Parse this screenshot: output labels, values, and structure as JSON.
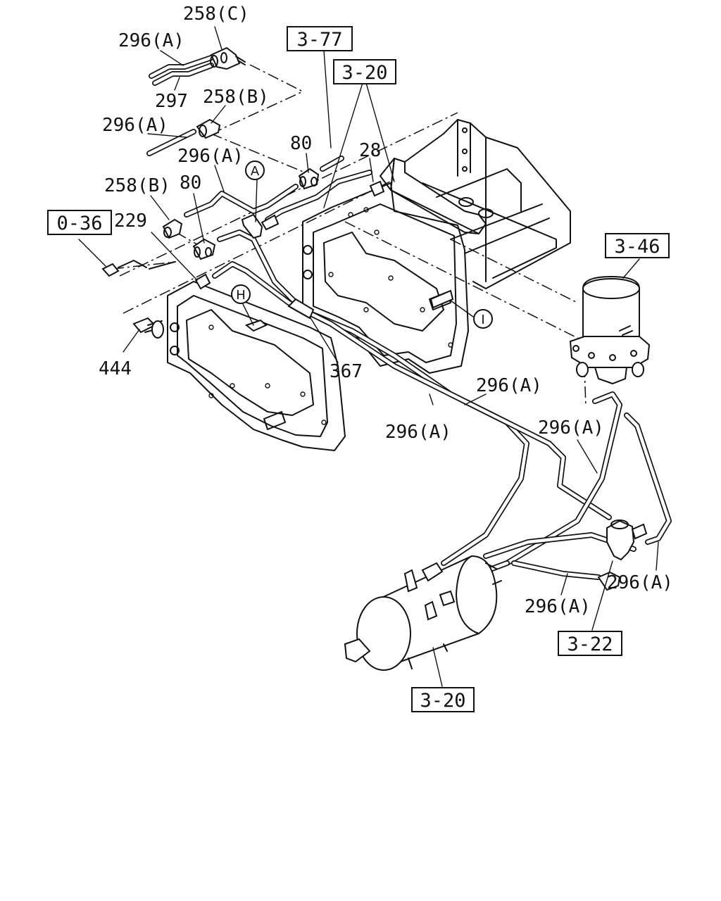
{
  "colors": {
    "ink": "#111111",
    "paper": "#ffffff"
  },
  "ref_boxes": {
    "r377": "3-77",
    "r320_top": "3-20",
    "r036": "0-36",
    "r346": "3-46",
    "r322": "3-22",
    "r320_bottom": "3-20"
  },
  "circle_markers": {
    "a": "A",
    "h": "H",
    "i": "I"
  },
  "labels": {
    "l258c": "258(C)",
    "l296a_1": "296(A)",
    "l297": "297",
    "l258b_1": "258(B)",
    "l296a_2": "296(A)",
    "l80_1": "80",
    "l28": "28",
    "l296a_3": "296(A)",
    "l258b_2": "258(B)",
    "l80_2": "80",
    "l229": "229",
    "l444": "444",
    "l367": "367",
    "l296a_4": "296(A)",
    "l296a_5": "296(A)",
    "l296a_6": "296(A)",
    "l296a_7": "296(A)",
    "l296a_8": "296(A)"
  }
}
